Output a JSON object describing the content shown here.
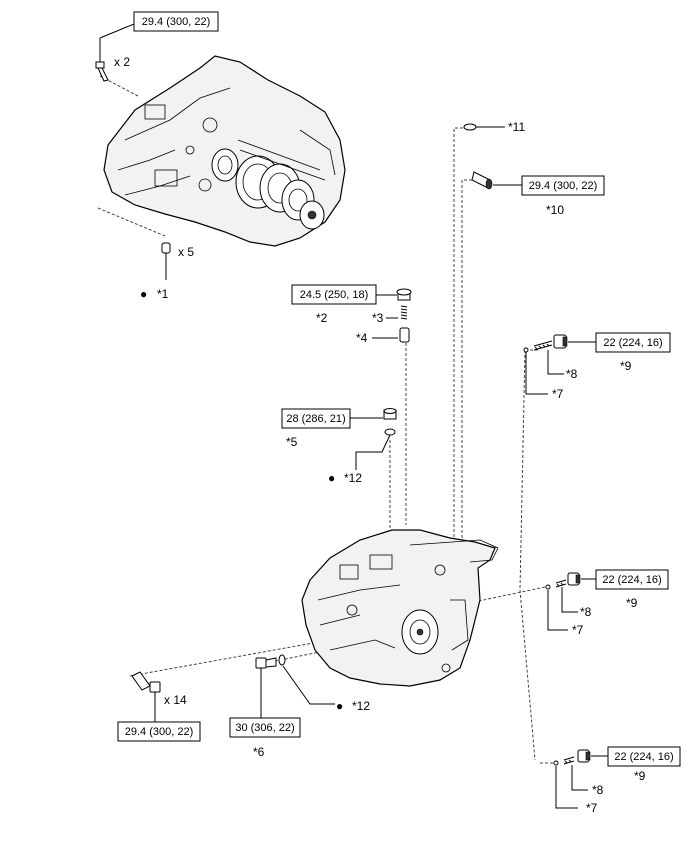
{
  "torque_specs": {
    "t1": "29.4 (300, 22)",
    "t2": "29.4 (300, 22)",
    "t3": "24.5 (250, 18)",
    "t4": "22 (224, 16)",
    "t5": "28 (286, 21)",
    "t6": "22 (224, 16)",
    "t7": "29.4 (300, 22)",
    "t8": "30 (306, 22)",
    "t9": "22 (224, 16)"
  },
  "quantities": {
    "q1": "x 2",
    "q2": "x 5",
    "q3": "x 14"
  },
  "callouts": {
    "c1": "*1",
    "c2": "*2",
    "c3": "*3",
    "c4": "*4",
    "c5": "*5",
    "c6": "*6",
    "c7a": "*7",
    "c7b": "*7",
    "c7c": "*7",
    "c8a": "*8",
    "c8b": "*8",
    "c8c": "*8",
    "c9a": "*9",
    "c9b": "*9",
    "c9c": "*9",
    "c10": "*10",
    "c11": "*11",
    "c12a": "*12",
    "c12b": "*12"
  },
  "bullet": "●"
}
